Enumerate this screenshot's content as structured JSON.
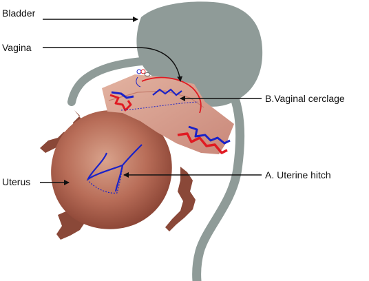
{
  "labels": {
    "bladder": "Bladder",
    "vagina": "Vagina",
    "vaginal_cerclage": "B.Vaginal cerclage",
    "uterus": "Uterus",
    "uterine_hitch": "A. Uterine hitch"
  },
  "colors": {
    "bladder": "#8f9b98",
    "uterus_outer": "#8a4838",
    "uterus_inner": "#d39a84",
    "vagina_band": "#dba592",
    "suture": "#1a22c8",
    "vessel_red": "#e01a22",
    "arrow": "#111111"
  }
}
